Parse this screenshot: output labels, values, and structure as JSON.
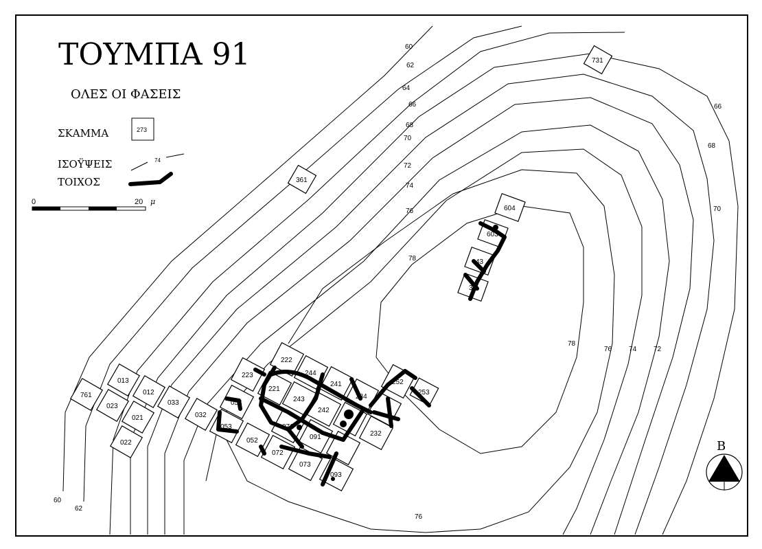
{
  "title": "ΤΟΥΜΠΑ 91",
  "subtitle": "ΟΛΕΣ ΟΙ ΦΑΣΕΙΣ",
  "legend": {
    "trench_label": "ΣΚΑΜΜΑ",
    "trench_example": "273",
    "contour_label": "ΙΣΟΫΨΕΙΣ",
    "contour_example": "74",
    "wall_label": "ΤΟΙΧΟΣ"
  },
  "scale": {
    "start": "0",
    "end": "20",
    "unit": "μ"
  },
  "north_label": "Β",
  "contour_labels": {
    "l60": "60",
    "l62": "62",
    "l64": "64",
    "l66": "66",
    "l68": "68",
    "l70": "70",
    "l72": "72",
    "l74": "74",
    "l76": "76",
    "l78": "78",
    "r66": "66",
    "r68": "68",
    "r70": "70",
    "r72": "72",
    "r74": "74",
    "r76": "76",
    "r78": "78",
    "b60": "60",
    "b62": "62",
    "b76": "76"
  },
  "trenches": {
    "t761": "761",
    "t013": "013",
    "t023": "023",
    "t012": "012",
    "t021": "021",
    "t022": "022",
    "t033": "033",
    "t032": "032",
    "t361": "361",
    "t731": "731",
    "t604": "604",
    "t603": "603",
    "t43": "43",
    "t33": "33",
    "t222": "222",
    "t223": "223",
    "t244": "244",
    "t241": "241",
    "t234": "234",
    "t221": "221",
    "t243": "243",
    "t242": "242",
    "t054": "054",
    "t053": "053",
    "t052": "052",
    "t071": "071",
    "t072": "072",
    "t073": "073",
    "t091": "091",
    "t093": "093",
    "t252": "252",
    "t253": "253",
    "t232": "232"
  }
}
